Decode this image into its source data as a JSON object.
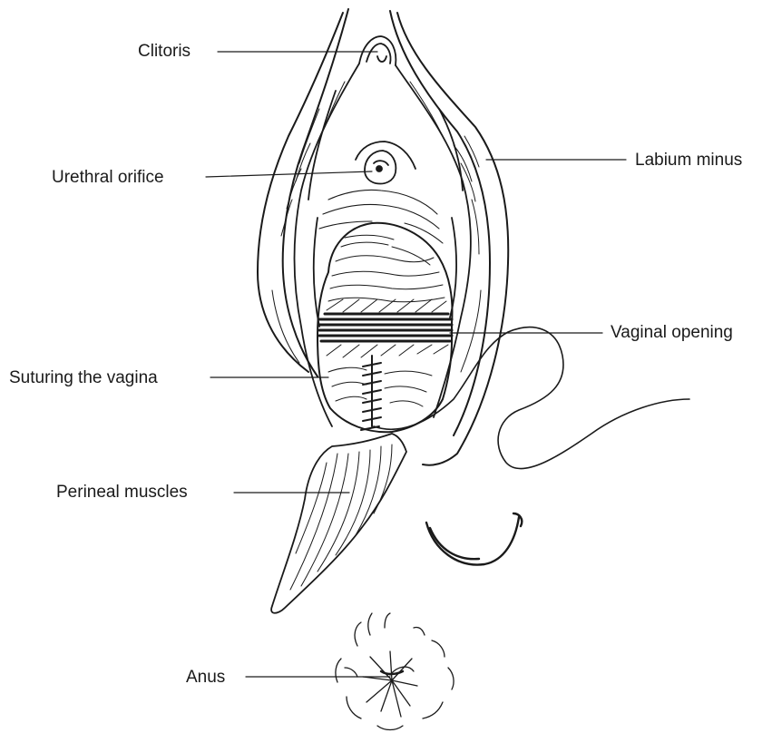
{
  "labels": {
    "clitoris": "Clitoris",
    "urethral_orifice": "Urethral orifice",
    "labium_minus": "Labium minus",
    "vaginal_opening": "Vaginal opening",
    "suturing": "Suturing the vagina",
    "perineal_muscles": "Perineal muscles",
    "anus": "Anus"
  },
  "colors": {
    "ink": "#1a1a1a",
    "background": "#ffffff"
  }
}
